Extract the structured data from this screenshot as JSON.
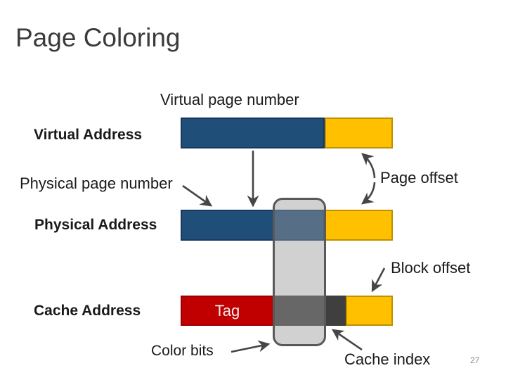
{
  "slide": {
    "title": "Page Coloring",
    "page_number": "27"
  },
  "labels": {
    "virtual_page_number": "Virtual page number",
    "virtual_address": "Virtual Address",
    "physical_page_number": "Physical page number",
    "page_offset": "Page offset",
    "physical_address": "Physical Address",
    "block_offset": "Block offset",
    "cache_address": "Cache Address",
    "tag": "Tag",
    "color_bits": "Color bits",
    "cache_index": "Cache index"
  },
  "diagram": {
    "rows": [
      {
        "name": "Virtual Address",
        "segments": [
          "virtual page number (blue)",
          "page offset (yellow)"
        ]
      },
      {
        "name": "Physical Address",
        "segments": [
          "physical page number (blue)",
          "page offset (yellow)"
        ]
      },
      {
        "name": "Cache Address",
        "segments": [
          "tag (red)",
          "cache index (dark gray)",
          "block offset (yellow)"
        ]
      }
    ],
    "highlight": "color bits overlay spanning physical page number and cache index"
  },
  "colors": {
    "background": "#FFFFFF",
    "title": "#3B3B3B",
    "text": "#1A1A1A",
    "blue": "#1F4E79",
    "blue_border": "#17375E",
    "yellow": "#FFC000",
    "yellow_border": "#BF9000",
    "red": "#C00000",
    "red_border": "#9C0000",
    "dark": "#3F3F3F",
    "overlay_fill": "rgba(152,152,152,0.45)",
    "overlay_border": "#595959",
    "arrow": "#464646",
    "tag_text": "#F5ECEC",
    "page_number": "#8C8C8C"
  }
}
